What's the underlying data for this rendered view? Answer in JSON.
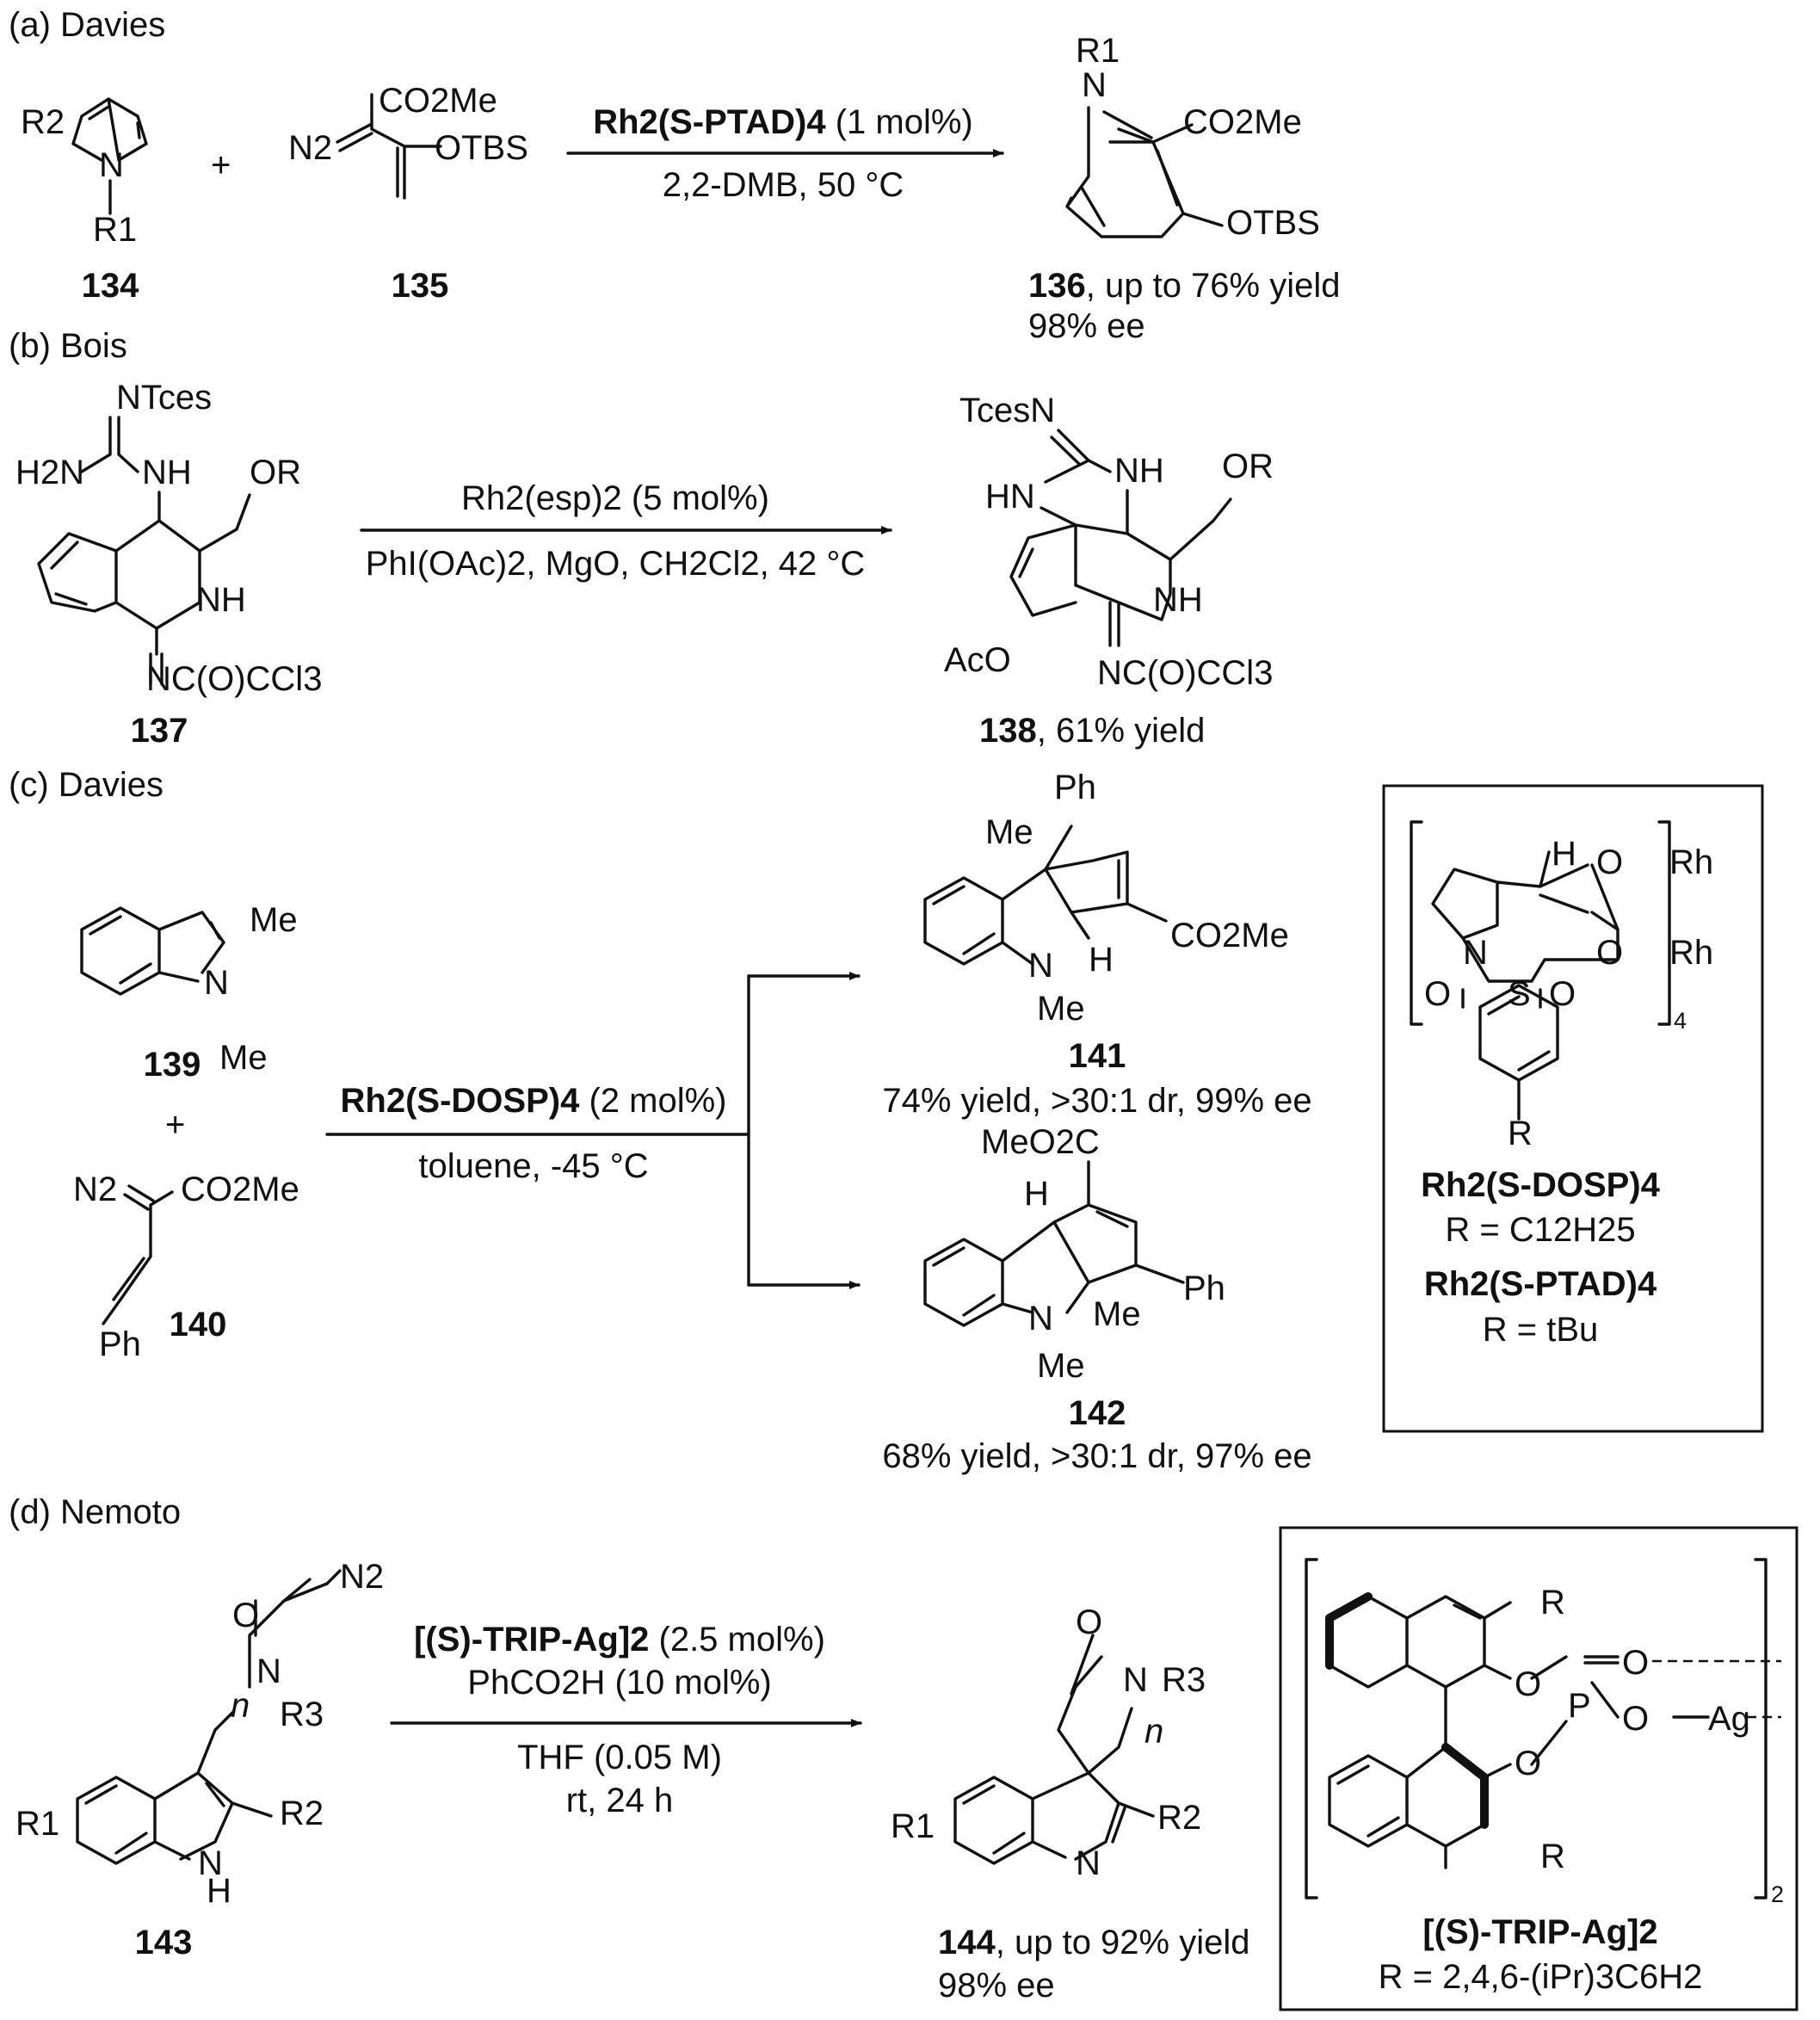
{
  "panels": {
    "a": {
      "header": "(a) Davies",
      "reagent_catalyst": "Rh2(S-PTAD)4",
      "reagent_loading": " (1 mol%)",
      "conditions": "2,2-DMB, 50 °C",
      "starting_1": "134",
      "starting_2": "135",
      "product_number": "136",
      "product_yield": ", up to 76% yield",
      "product_ee": "98% ee"
    },
    "b": {
      "header": "(b) Bois",
      "reagent_catalyst": "Rh2(esp)2 (5 mol%)",
      "conditions": "PhI(OAc)2, MgO, CH2Cl2, 42 °C",
      "starting": "137",
      "product_number": "138",
      "product_yield": ", 61% yield"
    },
    "c": {
      "header": "(c) Davies",
      "reagent_catalyst": "Rh2(S-DOSP)4",
      "reagent_loading": " (2 mol%)",
      "conditions": "toluene, -45 °C",
      "starting_1": "139",
      "starting_2": "140",
      "product_1_number": "141",
      "product_1_result": "74% yield, >30:1 dr, 99% ee",
      "product_2_number": "142",
      "product_2_result": "68% yield, >30:1 dr, 97% ee",
      "catalyst_box": {
        "name_1": "Rh2(S-DOSP)4",
        "r_1": "R = C12H25",
        "name_2": "Rh2(S-PTAD)4",
        "r_2": "R = tBu"
      }
    },
    "d": {
      "header": "(d) Nemoto",
      "reagent_catalyst": "[(S)-TRIP-Ag]2",
      "reagent_loading": " (2.5 mol%)",
      "additive": "PhCO2H (10 mol%)",
      "solvent": "THF (0.05 M)",
      "time": "rt, 24 h",
      "starting": "143",
      "product_number": "144",
      "product_yield": ", up to 92% yield",
      "product_ee": "98% ee",
      "catalyst_box": {
        "name": "[(S)-TRIP-Ag]2",
        "r": "R = 2,4,6-(iPr)3C6H2"
      }
    }
  },
  "atom_labels": {
    "CO2Me": "CO2Me",
    "OTBS": "OTBS",
    "N2": "N2",
    "NTces": "NTces",
    "TcesN": "TcesN",
    "H2N": "H2N",
    "NH": "NH",
    "HN": "HN",
    "OR": "OR",
    "NCOCCl3": "NC(O)CCl3",
    "AcO": "AcO",
    "N": "N",
    "Me": "Me",
    "Ph": "Ph",
    "H": "H",
    "MeO2C": "MeO2C",
    "O": "O",
    "S": "S",
    "Rh": "Rh",
    "R": "R",
    "R1": "R1",
    "R2": "R2",
    "R3": "R3",
    "n": "n",
    "P": "P",
    "Ag": "Ag",
    "plus": "+",
    "sub4": "4",
    "sub2": "2"
  }
}
